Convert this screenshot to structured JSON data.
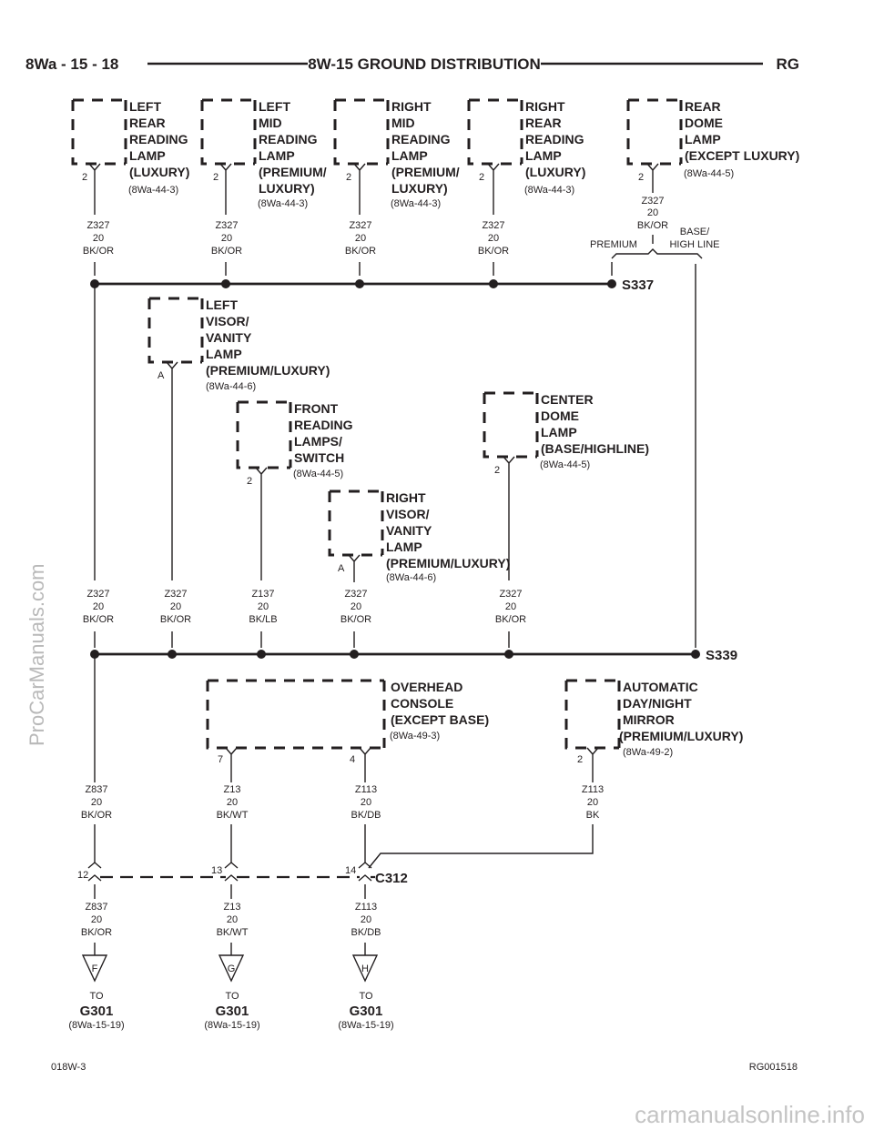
{
  "header": {
    "page_number": "8Wa - 15 - 18",
    "title": "8W-15 GROUND DISTRIBUTION",
    "code": "RG"
  },
  "components": {
    "left_rear_reading_lamp": {
      "name": [
        "LEFT",
        "REAR",
        "READING",
        "LAMP",
        "(LUXURY)"
      ],
      "ref": "(8Wa-44-3)",
      "pin": "2"
    },
    "left_mid_reading_lamp": {
      "name": [
        "LEFT",
        "MID",
        "READING",
        "LAMP",
        "(PREMIUM/",
        "LUXURY)"
      ],
      "ref": "(8Wa-44-3)",
      "pin": "2"
    },
    "right_mid_reading_lamp": {
      "name": [
        "RIGHT",
        "MID",
        "READING",
        "LAMP",
        "(PREMIUM/",
        "LUXURY)"
      ],
      "ref": "(8Wa-44-3)",
      "pin": "2"
    },
    "right_rear_reading_lamp": {
      "name": [
        "RIGHT",
        "REAR",
        "READING",
        "LAMP",
        "(LUXURY)"
      ],
      "ref": "(8Wa-44-3)",
      "pin": "2"
    },
    "rear_dome_lamp": {
      "name": [
        "REAR",
        "DOME",
        "LAMP",
        "(EXCEPT LUXURY)"
      ],
      "ref": "(8Wa-44-5)",
      "pin": "2"
    },
    "left_visor_vanity_lamp": {
      "name": [
        "LEFT",
        "VISOR/",
        "VANITY",
        "LAMP",
        "(PREMIUM/LUXURY)"
      ],
      "ref": "(8Wa-44-6)",
      "pin": "A"
    },
    "front_reading_lamps_switch": {
      "name": [
        "FRONT",
        "READING",
        "LAMPS/",
        "SWITCH"
      ],
      "ref": "(8Wa-44-5)",
      "pin": "2"
    },
    "center_dome_lamp": {
      "name": [
        "CENTER",
        "DOME",
        "LAMP",
        "(BASE/HIGHLINE)"
      ],
      "ref": "(8Wa-44-5)",
      "pin": "2"
    },
    "right_visor_vanity_lamp": {
      "name": [
        "RIGHT",
        "VISOR/",
        "VANITY",
        "LAMP",
        "(PREMIUM/LUXURY)"
      ],
      "ref": "(8Wa-44-6)",
      "pin": "A"
    },
    "overhead_console": {
      "name": [
        "OVERHEAD",
        "CONSOLE",
        "(EXCEPT BASE)"
      ],
      "ref": "(8Wa-49-3)",
      "pins": [
        "7",
        "4"
      ]
    },
    "auto_day_night_mirror": {
      "name": [
        "AUTOMATIC",
        "DAY/NIGHT",
        "MIRROR",
        "(PREMIUM/LUXURY)"
      ],
      "ref": "(8Wa-49-2)",
      "pin": "2"
    }
  },
  "wires": {
    "z327_bkor": [
      "Z327",
      "20",
      "BK/OR"
    ],
    "z137_bklb": [
      "Z137",
      "20",
      "BK/LB"
    ],
    "z837_bkor": [
      "Z837",
      "20",
      "BK/OR"
    ],
    "z13_bkwt": [
      "Z13",
      "20",
      "BK/WT"
    ],
    "z113_bkdb": [
      "Z113",
      "20",
      "BK/DB"
    ],
    "z113_bk": [
      "Z113",
      "20",
      "BK"
    ]
  },
  "options": {
    "premium": "PREMIUM",
    "base_high": [
      "BASE/",
      "HIGH LINE"
    ]
  },
  "splices": {
    "s337": "S337",
    "s339": "S339"
  },
  "connector": {
    "name": "C312",
    "cavities": [
      "12",
      "13",
      "14"
    ]
  },
  "grounds": [
    {
      "letter": "F",
      "to": "TO",
      "name": "G301",
      "ref": "(8Wa-15-19)"
    },
    {
      "letter": "G",
      "to": "TO",
      "name": "G301",
      "ref": "(8Wa-15-19)"
    },
    {
      "letter": "H",
      "to": "TO",
      "name": "G301",
      "ref": "(8Wa-15-19)"
    }
  ],
  "footer": {
    "left": "018W-3",
    "right": "RG001518"
  },
  "watermarks": {
    "side": "ProCarManuals.com",
    "bottom": "carmanualsonline.info"
  }
}
